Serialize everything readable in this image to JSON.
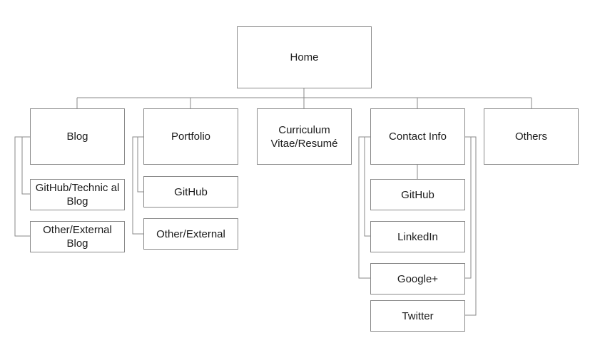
{
  "diagram": {
    "root": {
      "label": "Home"
    },
    "sections": [
      {
        "label": "Blog",
        "children": [
          {
            "label": "GitHub/Technic al Blog"
          },
          {
            "label": "Other/External Blog"
          }
        ]
      },
      {
        "label": "Portfolio",
        "children": [
          {
            "label": "GitHub"
          },
          {
            "label": "Other/External"
          }
        ]
      },
      {
        "label": "Curriculum Vitae/Resumé",
        "children": []
      },
      {
        "label": "Contact Info",
        "children": [
          {
            "label": "GitHub"
          },
          {
            "label": "LinkedIn"
          },
          {
            "label": "Google+"
          },
          {
            "label": "Twitter"
          }
        ]
      },
      {
        "label": "Others",
        "children": []
      }
    ],
    "colors": {
      "line": "#8a8a8a",
      "border": "#8a8a8a",
      "text": "#1a1a1a",
      "background": "#ffffff"
    }
  }
}
